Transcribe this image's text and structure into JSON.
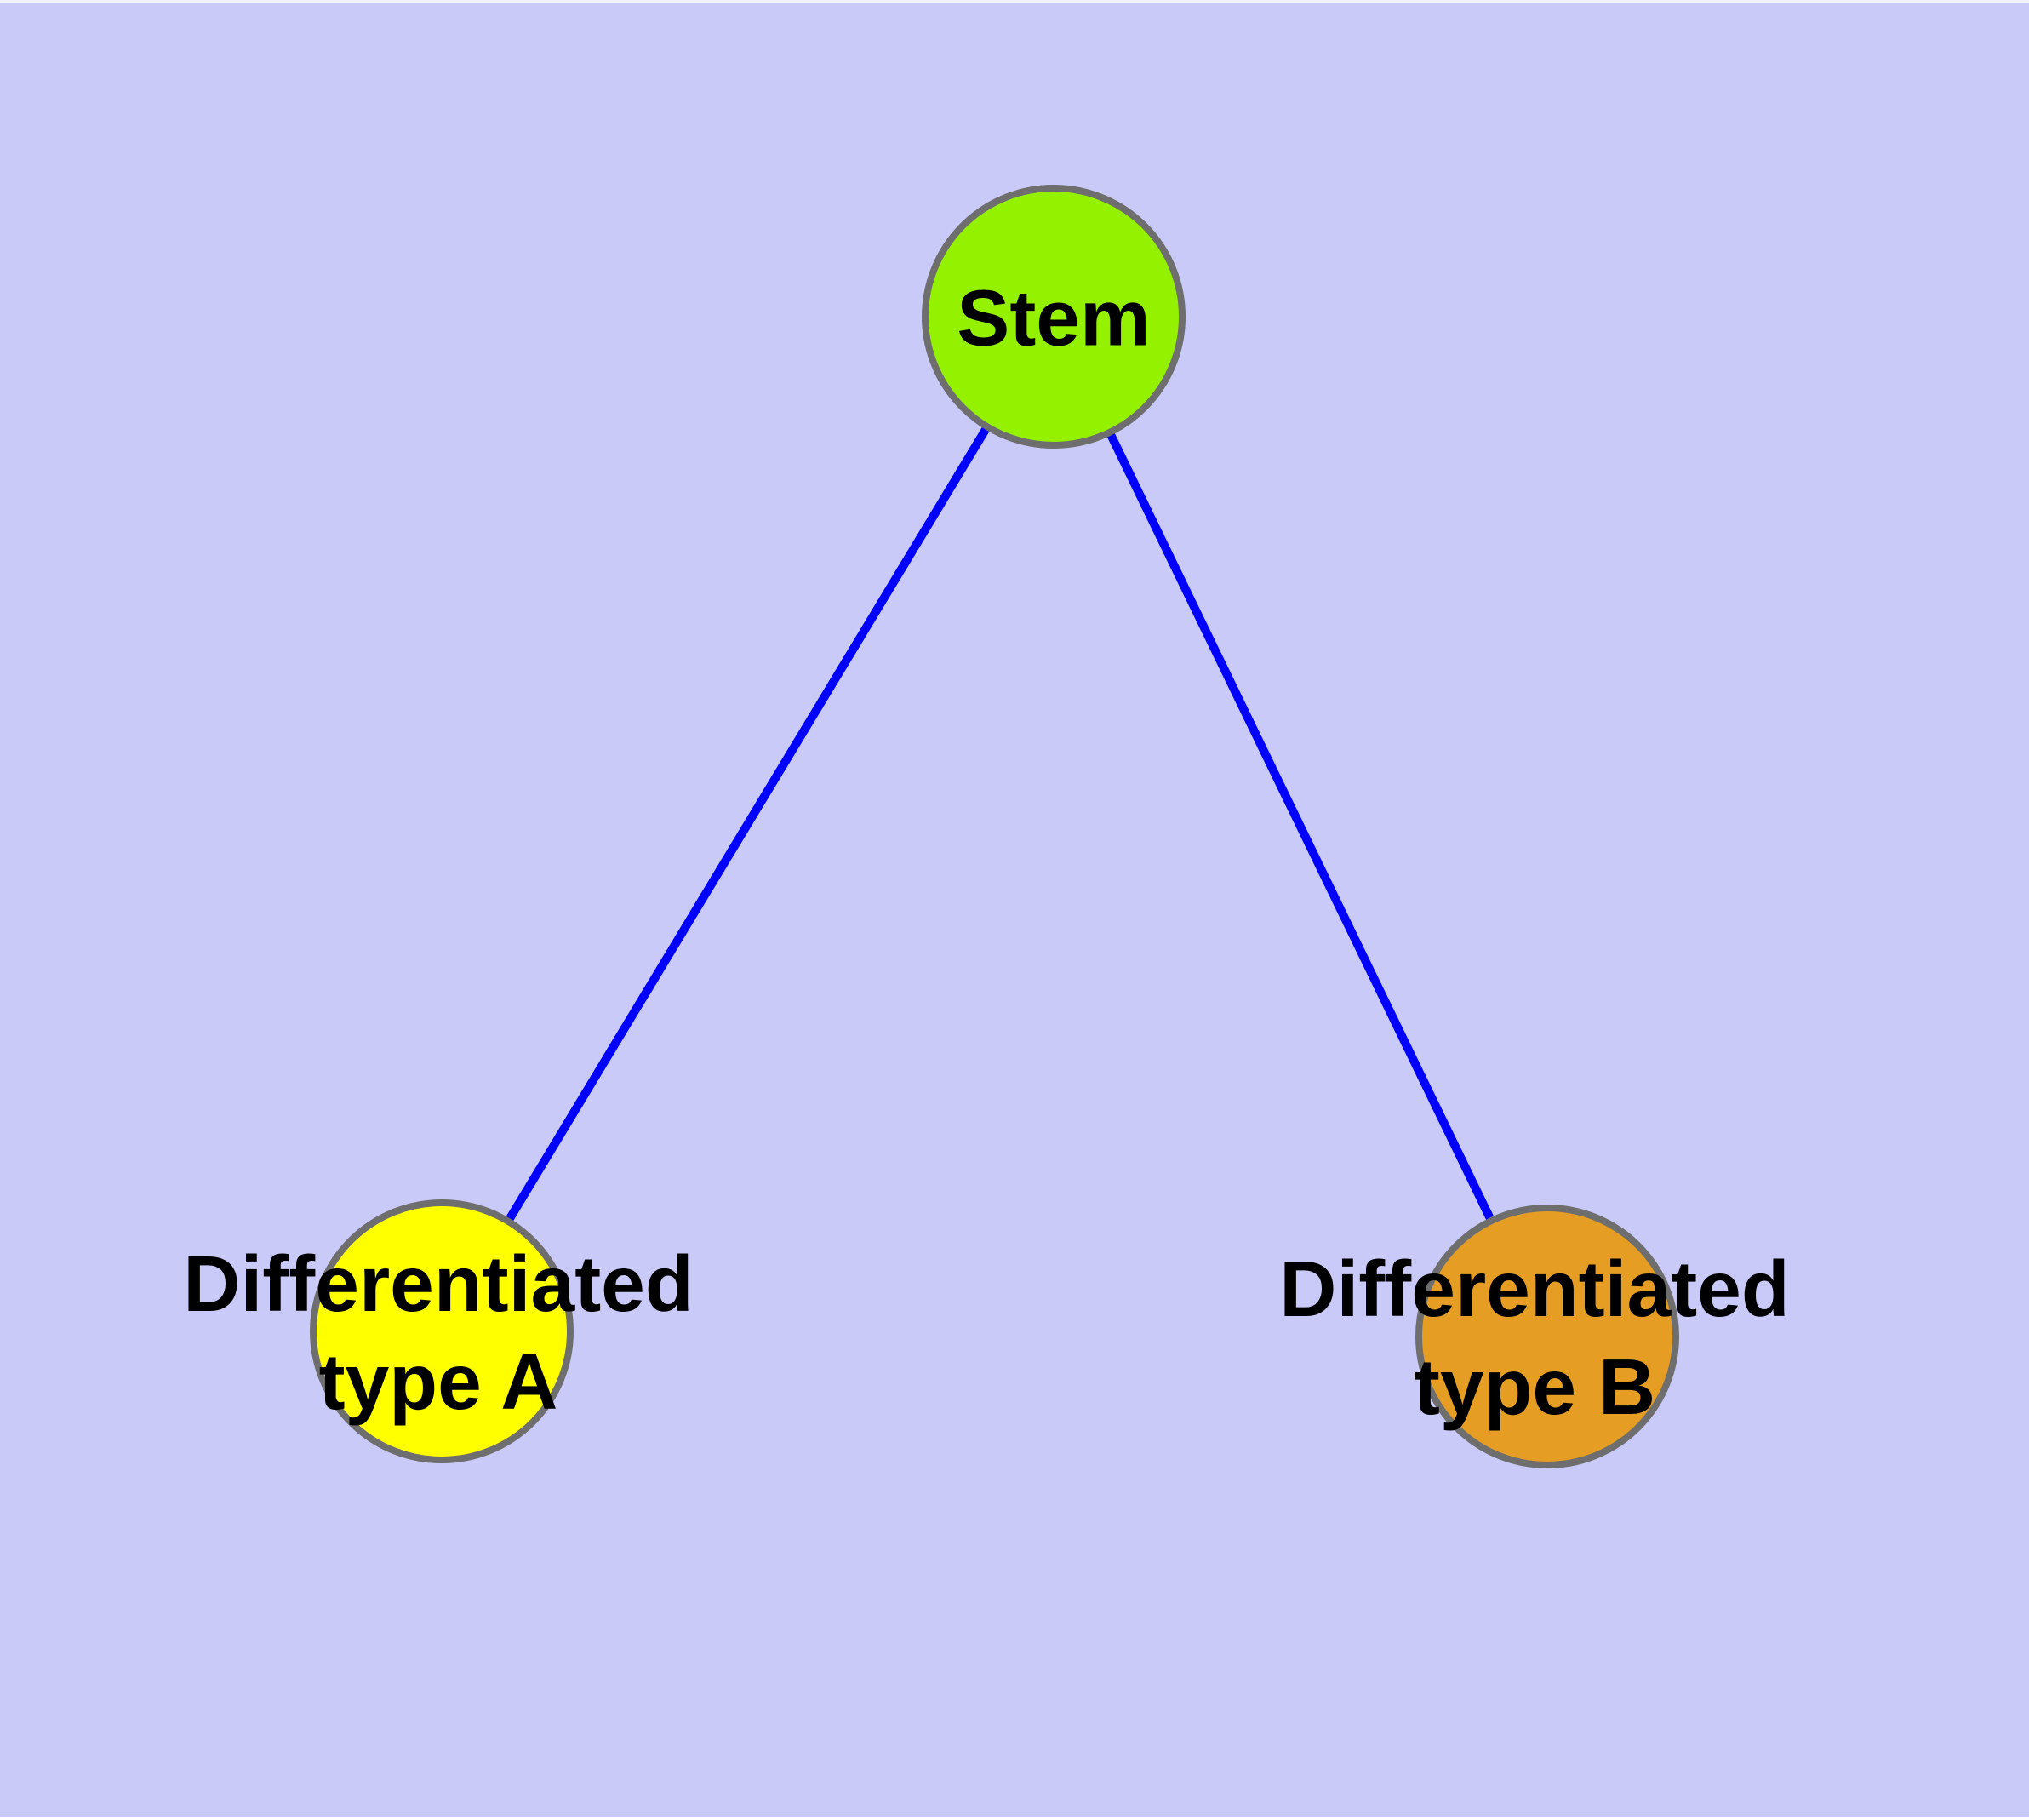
{
  "canvas": {
    "background": "#CACAF8"
  },
  "graph": {
    "edge_color": "#0000FF",
    "node_border_color": "#6E6E6E",
    "label_color": "#000000",
    "nodes": [
      {
        "id": "stem",
        "label": "Stem",
        "lines": [
          "Stem"
        ],
        "fill": "#94F100"
      },
      {
        "id": "type-a",
        "label": "Differentiated type A",
        "lines": [
          "Differentiated",
          "type A"
        ],
        "fill": "#FFFF00"
      },
      {
        "id": "type-b",
        "label": "Differentiated type B",
        "lines": [
          "Differentiated",
          "type B"
        ],
        "fill": "#E59D23"
      }
    ],
    "edges": [
      {
        "from": "stem",
        "to": "type-a"
      },
      {
        "from": "stem",
        "to": "type-b"
      }
    ]
  }
}
